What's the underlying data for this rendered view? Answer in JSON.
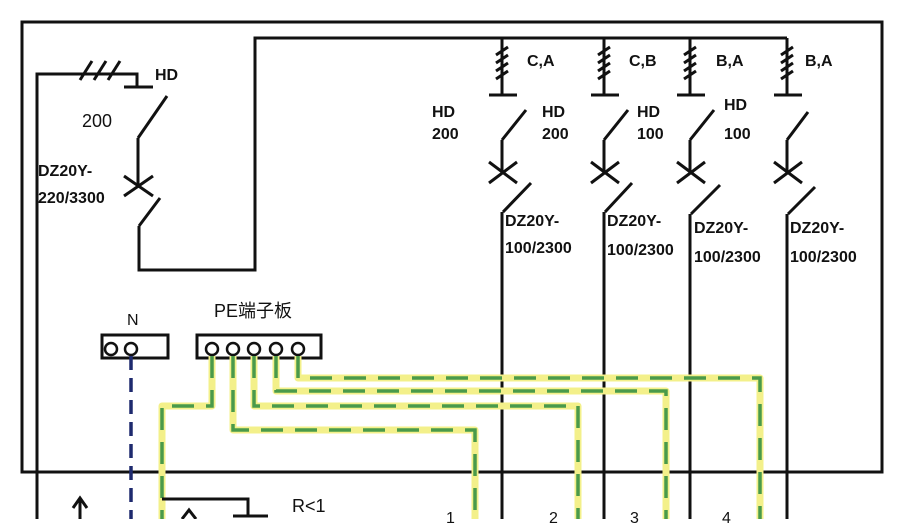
{
  "main_switch": {
    "fuse_label": "HD",
    "fuse_rating": "200",
    "breaker_model": "DZ20Y-",
    "breaker_rating": "220/3300"
  },
  "branches": [
    {
      "phase": "C,A",
      "fuse_label": "HD",
      "fuse_rating": "200",
      "breaker_model": "DZ20Y-",
      "breaker_rating": "100/2300",
      "circuit_no": "1"
    },
    {
      "phase": "C,B",
      "fuse_label": "HD",
      "fuse_rating": "200",
      "breaker_model": "DZ20Y-",
      "breaker_rating": "100/2300",
      "circuit_no": "2"
    },
    {
      "phase": "B,A",
      "fuse_label": "HD",
      "fuse_rating": "100",
      "breaker_model": "DZ20Y-",
      "breaker_rating": "100/2300",
      "circuit_no": "3"
    },
    {
      "phase": "B,A",
      "fuse_label": "HD",
      "fuse_rating": "100",
      "breaker_model": "DZ20Y-",
      "breaker_rating": "100/2300",
      "circuit_no": "4"
    }
  ],
  "terminals": {
    "neutral_label": "N",
    "pe_label": "PE端子板",
    "neutral_count": 2,
    "pe_count": 5
  },
  "ground": {
    "resistance_label": "R<1"
  },
  "colors": {
    "wire": "#111111",
    "neutral": "#1e2a6e",
    "pe_green": "#4a9a4a",
    "pe_yellow": "#f3f08a"
  }
}
